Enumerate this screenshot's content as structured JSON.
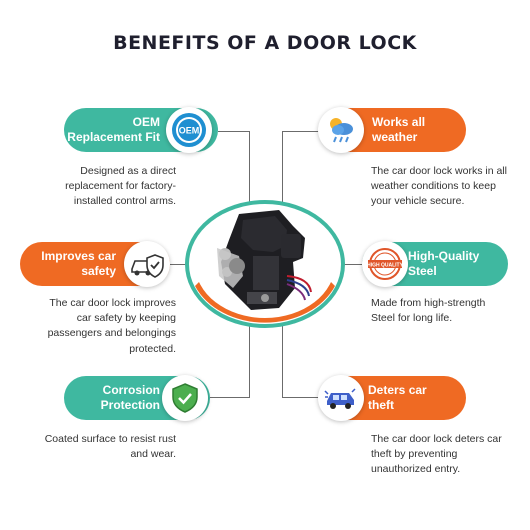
{
  "title": "BENEFITS OF A DOOR LOCK",
  "colors": {
    "teal": "#3fb8a0",
    "orange": "#ef6a23",
    "line": "#6b6b6b",
    "title": "#1f1f2e"
  },
  "benefits": [
    {
      "label_line1": "OEM",
      "label_line2": "Replacement Fit",
      "icon": "oem-badge-icon",
      "icon_text": "OEM",
      "desc": [
        "Designed as a direct",
        "replacement for factory-",
        "installed control arms."
      ]
    },
    {
      "label_line1": "Works all",
      "label_line2": "weather",
      "icon": "weather-icon",
      "desc": [
        "The car door lock works in all",
        "weather conditions to keep",
        "your vehicle secure."
      ]
    },
    {
      "label_line1": "Improves car",
      "label_line2": "safety",
      "icon": "car-shield-icon",
      "desc": [
        "The car door lock improves",
        "car safety by keeping",
        "passengers and belongings",
        "protected."
      ]
    },
    {
      "label_line1": "High-Quality",
      "label_line2": "Steel",
      "icon": "high-quality-stamp-icon",
      "icon_text": "HIGH QUALITY",
      "desc": [
        "Made from high-strength",
        "Steel for long life."
      ]
    },
    {
      "label_line1": "Corrosion",
      "label_line2": "Protection",
      "icon": "shield-check-icon",
      "desc": [
        "Coated surface to resist rust",
        "and wear."
      ]
    },
    {
      "label_line1": "Deters car",
      "label_line2": "theft",
      "icon": "car-theft-icon",
      "desc": [
        "The car door lock deters car",
        "theft by preventing",
        "unauthorized entry."
      ]
    }
  ]
}
